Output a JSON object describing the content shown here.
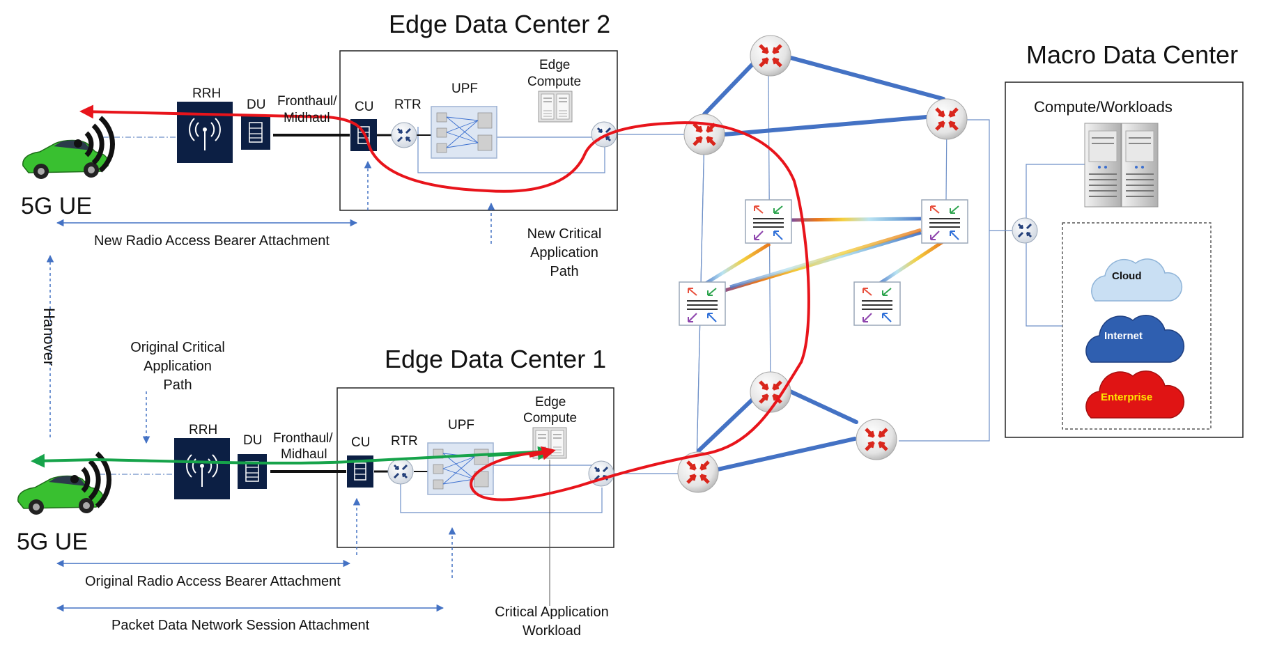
{
  "titles": {
    "edge2": "Edge Data Center 2",
    "edge1": "Edge Data Center 1",
    "macro": "Macro Data Center"
  },
  "ue": {
    "top": "5G UE",
    "bottom": "5G UE"
  },
  "edge2": {
    "rrh": "RRH",
    "du": "DU",
    "fronthaul_1": "Fronthaul/",
    "fronthaul_2": "Midhaul",
    "cu": "CU",
    "rtr": "RTR",
    "upf": "UPF",
    "compute_1": "Edge",
    "compute_2": "Compute"
  },
  "edge1": {
    "rrh": "RRH",
    "du": "DU",
    "fronthaul_1": "Fronthaul/",
    "fronthaul_2": "Midhaul",
    "cu": "CU",
    "rtr": "RTR",
    "upf": "UPF",
    "compute_1": "Edge",
    "compute_2": "Compute"
  },
  "macro": {
    "compute": "Compute/Workloads",
    "clouds": [
      "Cloud",
      "Internet",
      "Enterprise"
    ]
  },
  "annotations": {
    "new_rab": "New Radio Access Bearer Attachment",
    "new_path_1": "New Critical",
    "new_path_2": "Application",
    "new_path_3": "Path",
    "handover": "Hanover",
    "orig_path_1": "Original Critical",
    "orig_path_2": "Application",
    "orig_path_3": "Path",
    "orig_rab": "Original Radio Access Bearer Attachment",
    "pdn": "Packet Data Network Session Attachment",
    "workload_1": "Critical Application",
    "workload_2": "Workload"
  },
  "colors": {
    "new_path": "#e8141b",
    "orig_path": "#16a34a",
    "backbone": "#4472c4",
    "thin_link": "#6d8fc7",
    "router_red": "#d9261c",
    "cloud_light": "#c9dff3",
    "cloud_blue": "#2f5fb0",
    "cloud_red": "#e01414",
    "enterprise_text": "#ffe600"
  }
}
